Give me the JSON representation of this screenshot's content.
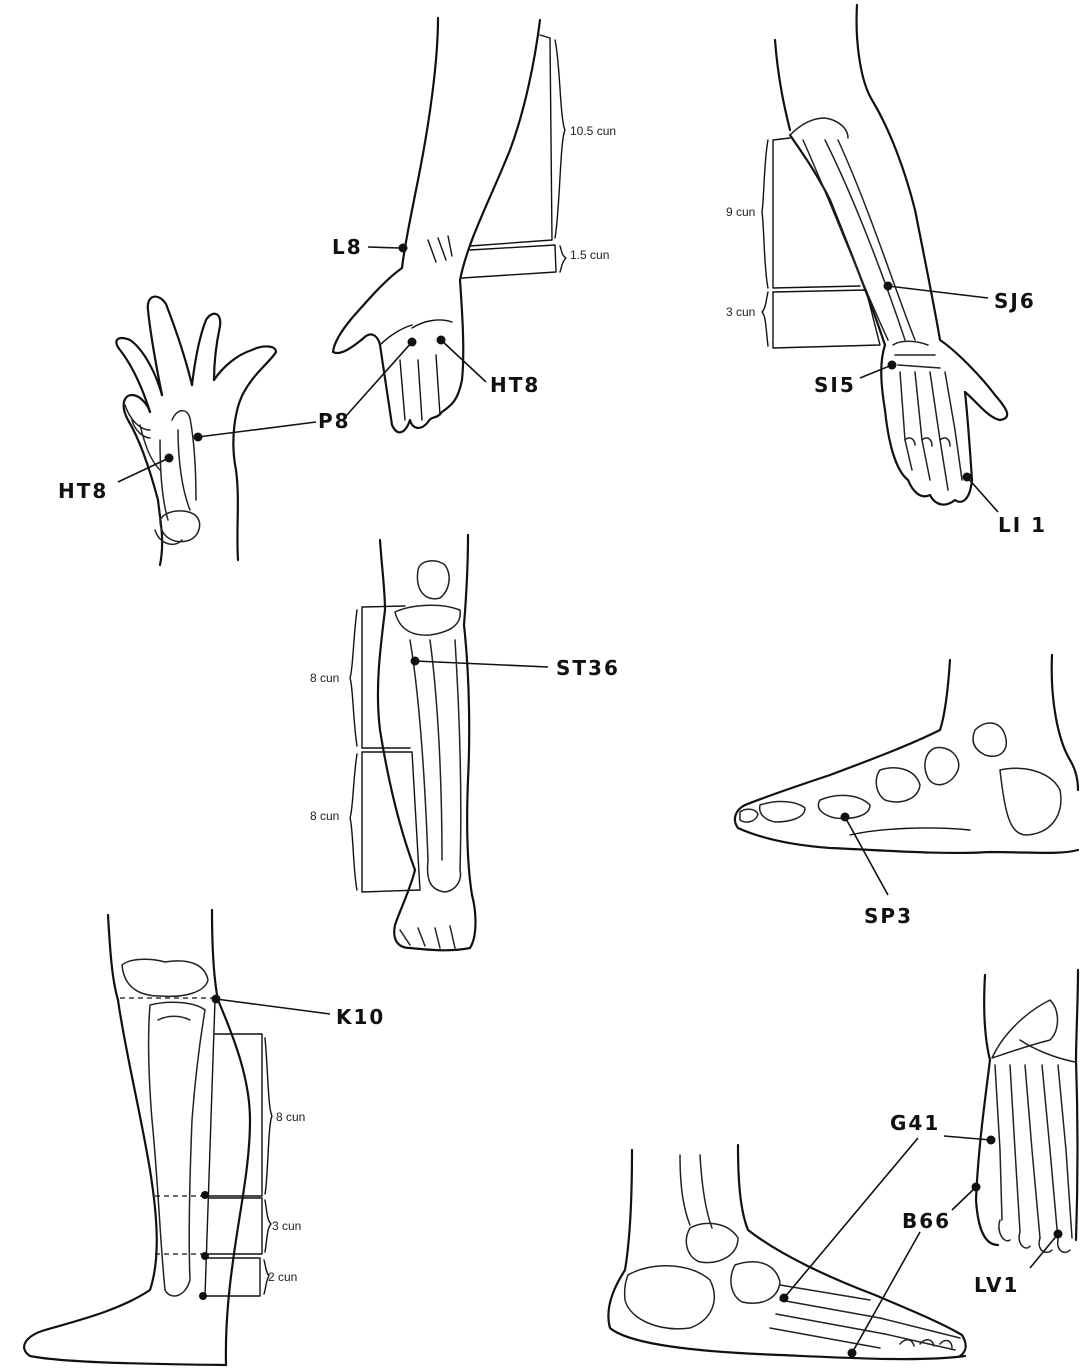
{
  "points": {
    "L8": "L8",
    "HT8_palm": "HT8",
    "P8": "P8",
    "HT8_fist": "HT8",
    "SJ6": "SJ6",
    "SI5": "SI5",
    "LI1": "LI 1",
    "ST36": "ST36",
    "SP3": "SP3",
    "K10": "K10",
    "G41": "G41",
    "B66": "B66",
    "LV1": "LV1"
  },
  "measurements": {
    "arm_10_5": "10.5 cun",
    "arm_1_5": "1.5 cun",
    "forearm_9": "9 cun",
    "forearm_3": "3 cun",
    "leg_upper_8": "8 cun",
    "leg_lower_8": "8 cun",
    "medial_8": "8 cun",
    "medial_3": "3 cun",
    "medial_2": "2 cun"
  }
}
